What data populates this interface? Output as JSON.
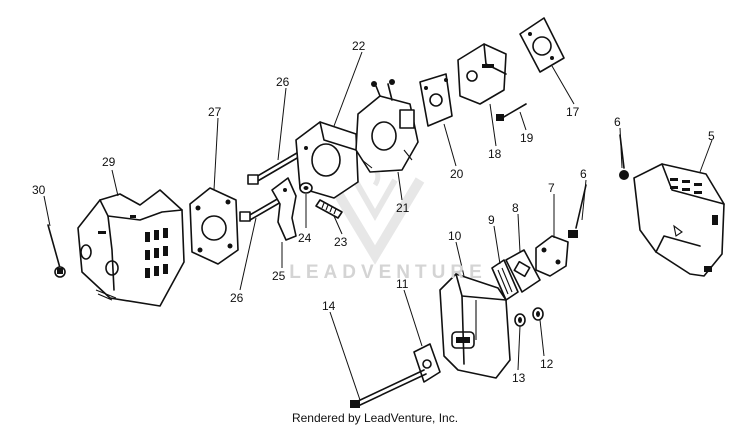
{
  "watermark": "LEADVENTURE",
  "caption": "Rendered by LeadVenture, Inc.",
  "callouts": {
    "c30": "30",
    "c29": "29",
    "c27": "27",
    "c26a": "26",
    "c26b": "26",
    "c22": "22",
    "c25": "25",
    "c24": "24",
    "c23": "23",
    "c21": "21",
    "c20": "20",
    "c18": "18",
    "c19": "19",
    "c17": "17",
    "c6a": "6",
    "c5": "5",
    "c6b": "6",
    "c7": "7",
    "c8": "8",
    "c9": "9",
    "c10": "10",
    "c11": "11",
    "c14": "14",
    "c13": "13",
    "c12": "12"
  }
}
